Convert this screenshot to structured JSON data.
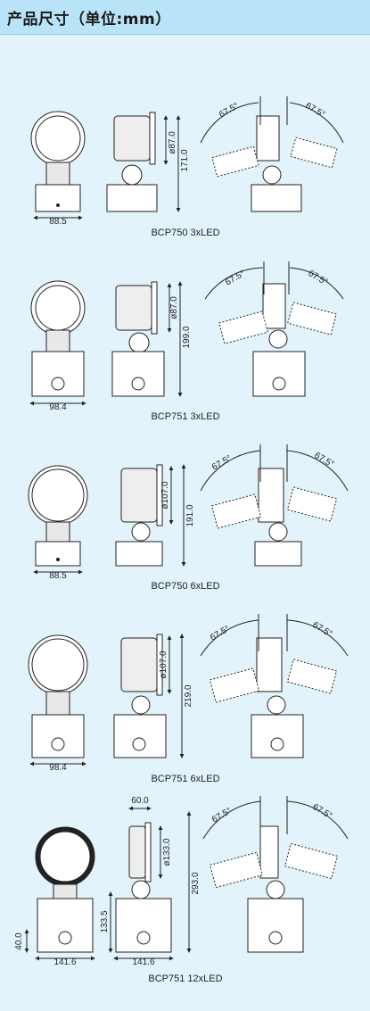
{
  "header": {
    "title": "产品尺寸（单位:mm）"
  },
  "products": [
    {
      "caption": "BCP750 3xLED",
      "width": "88.5",
      "dia": "ø87.0",
      "height": "171.0",
      "angle_left": "67.5°",
      "angle_right": "67.5°"
    },
    {
      "caption": "BCP751 3xLED",
      "width": "98.4",
      "dia": "ø87.0",
      "height": "199.0",
      "angle_left": "67.5°",
      "angle_right": "67.5°"
    },
    {
      "caption": "BCP750 6xLED",
      "width": "88.5",
      "dia": "ø107.0",
      "height": "191.0",
      "angle_left": "67.5°",
      "angle_right": "67.5°"
    },
    {
      "caption": "BCP751 6xLED",
      "width": "98.4",
      "dia": "ø107.0",
      "height": "219.0",
      "angle_left": "67.5°",
      "angle_right": "67.5°"
    },
    {
      "caption": "BCP751 12xLED",
      "width": "141.6",
      "width2": "141.6",
      "dia": "ø133.0",
      "height": "293.0",
      "depth": "60.0",
      "base_h": "40.0",
      "base_total": "133.5",
      "angle_left": "67.5°",
      "angle_right": "67.5°"
    }
  ]
}
